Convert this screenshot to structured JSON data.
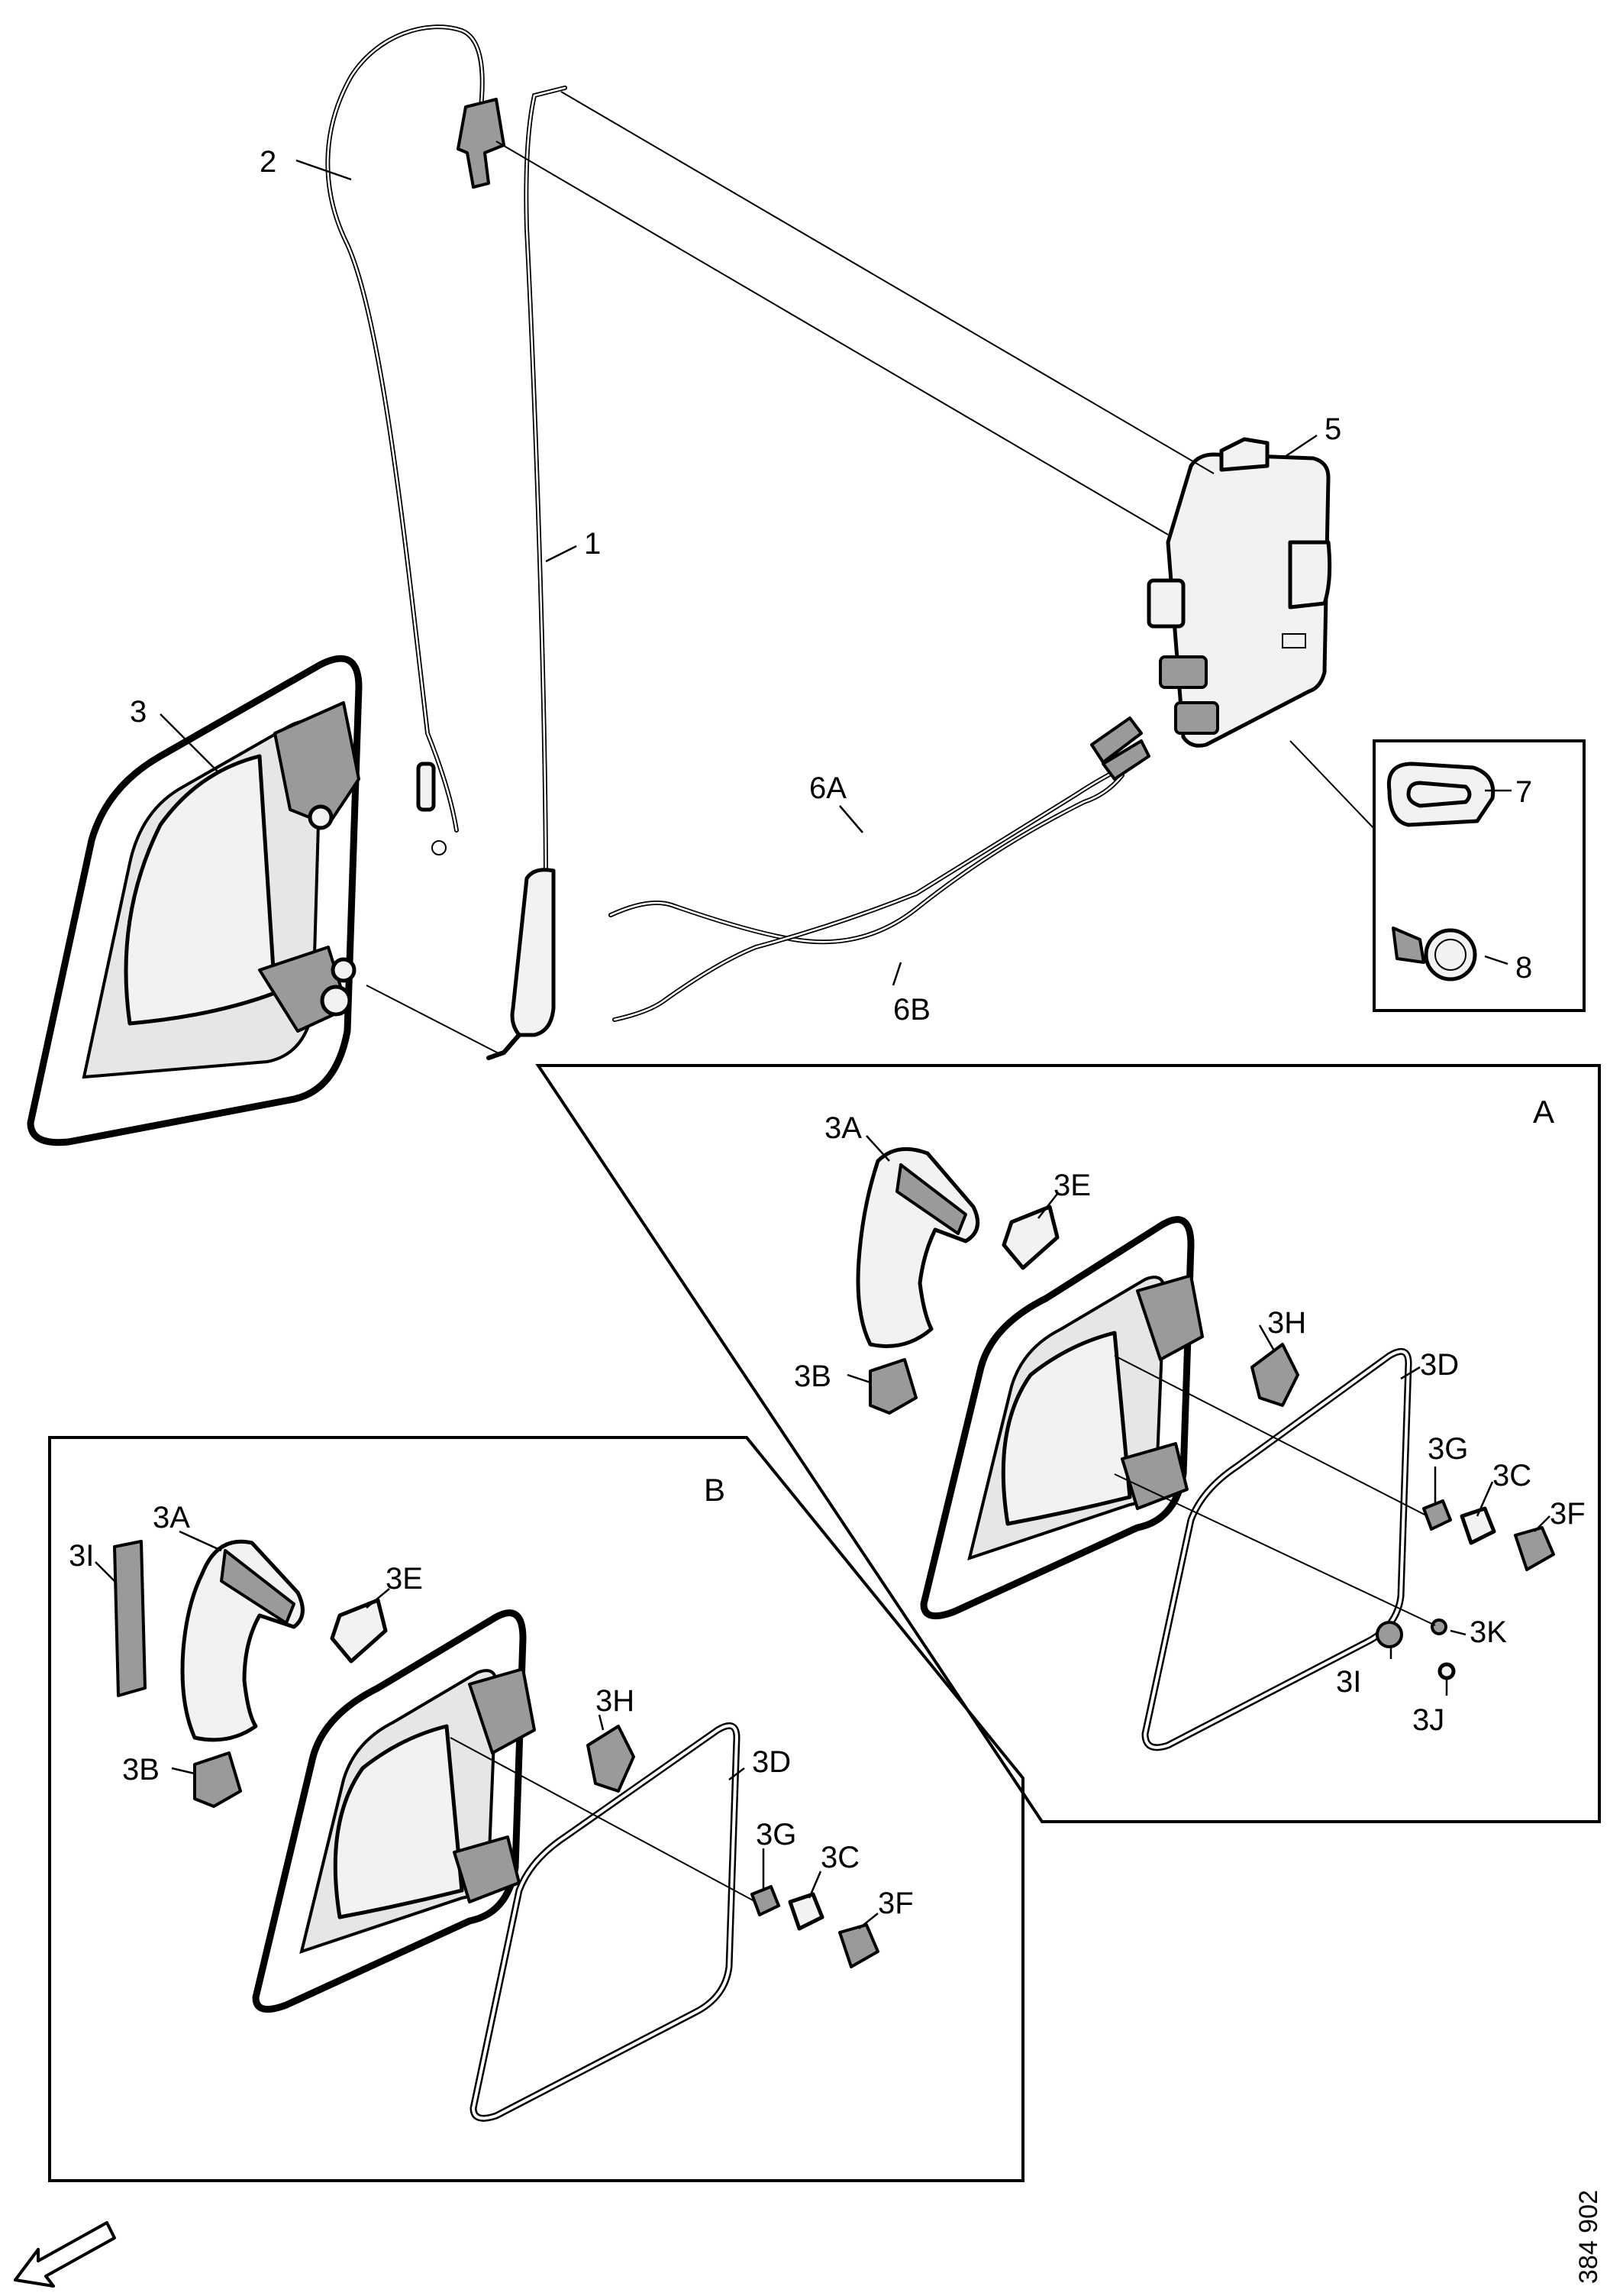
{
  "callouts": {
    "c1": "1",
    "c2": "2",
    "c3": "3",
    "c5": "5",
    "c6a": "6A",
    "c6b": "6B",
    "c7": "7",
    "c8": "8",
    "a_3a": "3A",
    "a_3b": "3B",
    "a_3c": "3C",
    "a_3d": "3D",
    "a_3e": "3E",
    "a_3f": "3F",
    "a_3g": "3G",
    "a_3h": "3H",
    "a_3i": "3I",
    "a_3j": "3J",
    "a_3k": "3K",
    "b_3a": "3A",
    "b_3b": "3B",
    "b_3c": "3C",
    "b_3d": "3D",
    "b_3e": "3E",
    "b_3f": "3F",
    "b_3g": "3G",
    "b_3h": "3H",
    "b_3i": "3I"
  },
  "panels": {
    "a_label": "A",
    "b_label": "B"
  },
  "reference_number": "384 902",
  "icons": {
    "orientation": "orientation-arrow-icon"
  }
}
